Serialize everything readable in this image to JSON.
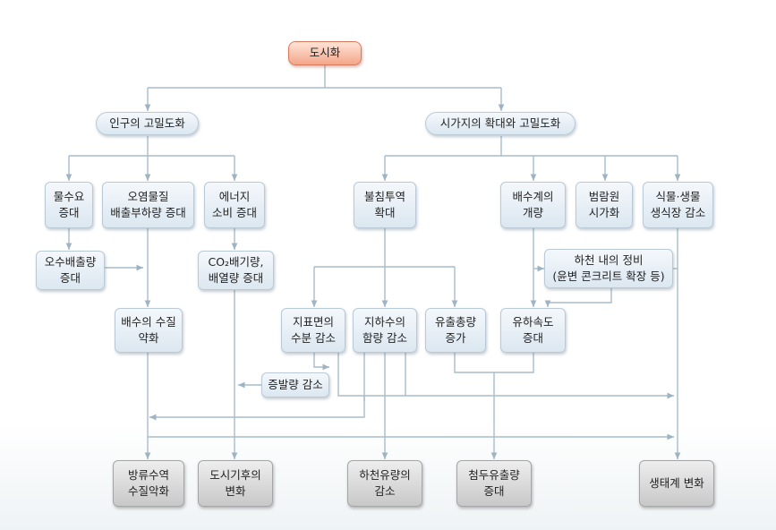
{
  "root": "도시화",
  "level1": {
    "population": "인구의 고밀도화",
    "urban_area": "시가지의 확대와 고밀도화"
  },
  "level2": {
    "water_demand": "물수요\n증대",
    "pollutant_load": "오염물질\n배출부하량 증대",
    "energy": "에너지\n소비 증대",
    "impervious": "불침투역\n확대",
    "drainage": "배수계의\n개량",
    "floodplain": "범람원\n시가화",
    "biota": "식물·생물\n생식장 감소"
  },
  "level3": {
    "sewage": "오수배출량\n증대",
    "co2": "CO₂배기량,\n배열량 증대",
    "river_maintenance": "하천 내의 정비\n(윤변 콘크리트 확장 등)"
  },
  "level4": {
    "drainage_quality": "배수의 수질\n약화",
    "soil_moisture": "지표면의\n수분 감소",
    "groundwater": "지하수의\n함량 감소",
    "runoff_total": "유출총량\n증가",
    "flow_speed": "유하속도\n증대",
    "evaporation": "증발량 감소"
  },
  "outcomes": {
    "water_quality": "방류수역\n수질악화",
    "climate": "도시기후의\n변화",
    "river_flow": "하천유량의\n감소",
    "peak_runoff": "첨두유출량\n증대",
    "ecosystem": "생태계 변화"
  }
}
